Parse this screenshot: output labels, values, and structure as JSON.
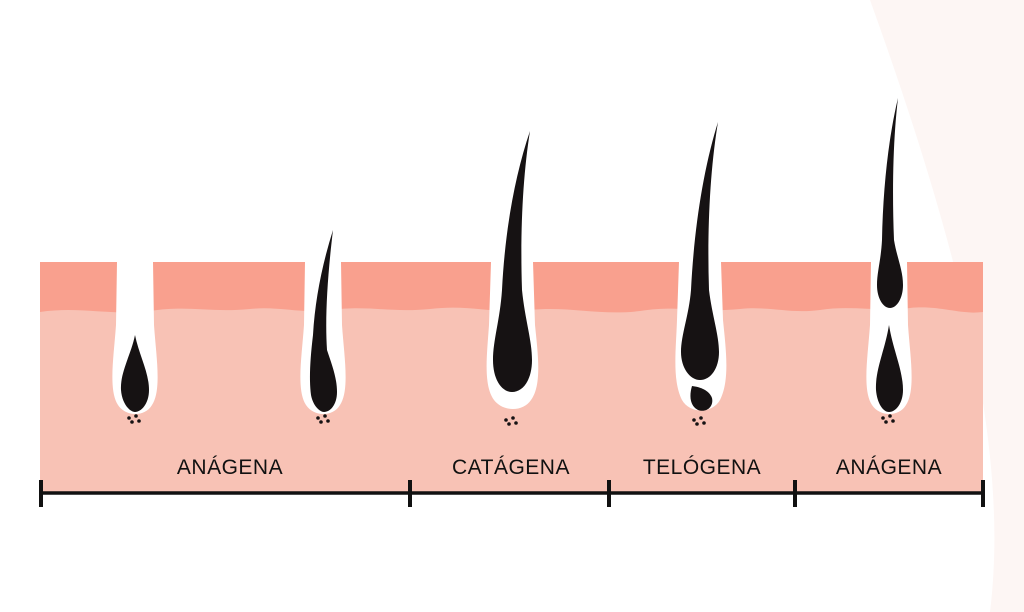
{
  "colors": {
    "background": "#ffffff",
    "epidermis": "#f9a08e",
    "dermis": "#f8c2b5",
    "sheath": "#ffffff",
    "hair": "#161213",
    "timeline": "#111111"
  },
  "phases": [
    {
      "id": "anagen-1",
      "label": "ANÁGENA"
    },
    {
      "id": "catagen",
      "label": "CATÁGENA"
    },
    {
      "id": "telogen",
      "label": "TELÓGENA"
    },
    {
      "id": "anagen-2",
      "label": "ANÁGENA"
    }
  ],
  "follicles": [
    {
      "stage": "anagen-early",
      "icon": "hair-follicle-icon"
    },
    {
      "stage": "anagen-mid",
      "icon": "hair-follicle-icon"
    },
    {
      "stage": "catagen",
      "icon": "hair-follicle-icon"
    },
    {
      "stage": "telogen",
      "icon": "hair-follicle-icon"
    },
    {
      "stage": "anagen-new",
      "icon": "hair-follicle-icon"
    }
  ]
}
